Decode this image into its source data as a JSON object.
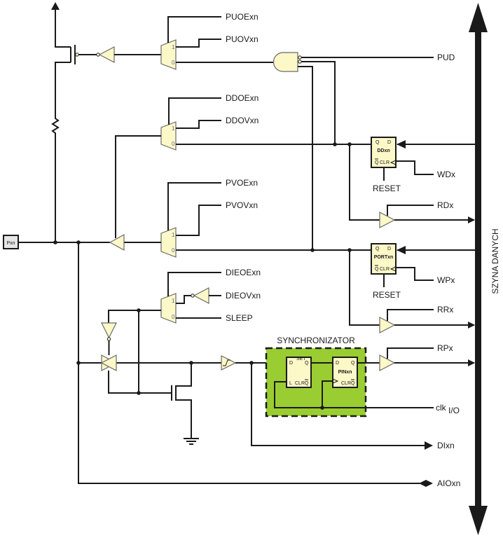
{
  "diagram": {
    "pin_label": "Pxn",
    "bus_label": "SZYNA DANYCH",
    "synchronizer_label": "SYNCHRONIZATOR",
    "colors": {
      "cell_fill": "#fdf8c8",
      "sync_fill": "#9acd32",
      "wire": "#1a1a1a"
    },
    "signals": {
      "puoe": "PUOExn",
      "puov": "PUOVxn",
      "pud": "PUD",
      "ddoe": "DDOExn",
      "ddov": "DDOVxn",
      "pvoe": "PVOExn",
      "pvov": "PVOVxn",
      "dieoe": "DIEOExn",
      "dieov": "DIEOVxn",
      "sleep": "SLEEP",
      "wd": "WDx",
      "rd": "RDx",
      "wp": "WPx",
      "rr": "RRx",
      "rp": "RPx",
      "clk": "clk",
      "clk_sub": "I/O",
      "di": "DIxn",
      "aio": "AIOxn",
      "reset1": "RESET",
      "reset2": "RESET"
    },
    "registers": {
      "ddr": {
        "name": "DDxn",
        "q": "Q",
        "d": "D",
        "qbar": "Q",
        "clr": "CLR"
      },
      "port": {
        "name": "PORTxn",
        "q": "Q",
        "d": "D",
        "qbar": "Q",
        "clr": "CLR"
      },
      "latch": {
        "d": "D",
        "q": "Q",
        "l": "L",
        "qbar": "Q",
        "clr": "CLR",
        "set": "SET"
      },
      "pin": {
        "name": "PINxn",
        "d": "D",
        "q": "Q",
        "qbar": "Q",
        "clr": "CLR"
      }
    },
    "mux_inputs": {
      "one": "1",
      "zero": "0"
    }
  }
}
